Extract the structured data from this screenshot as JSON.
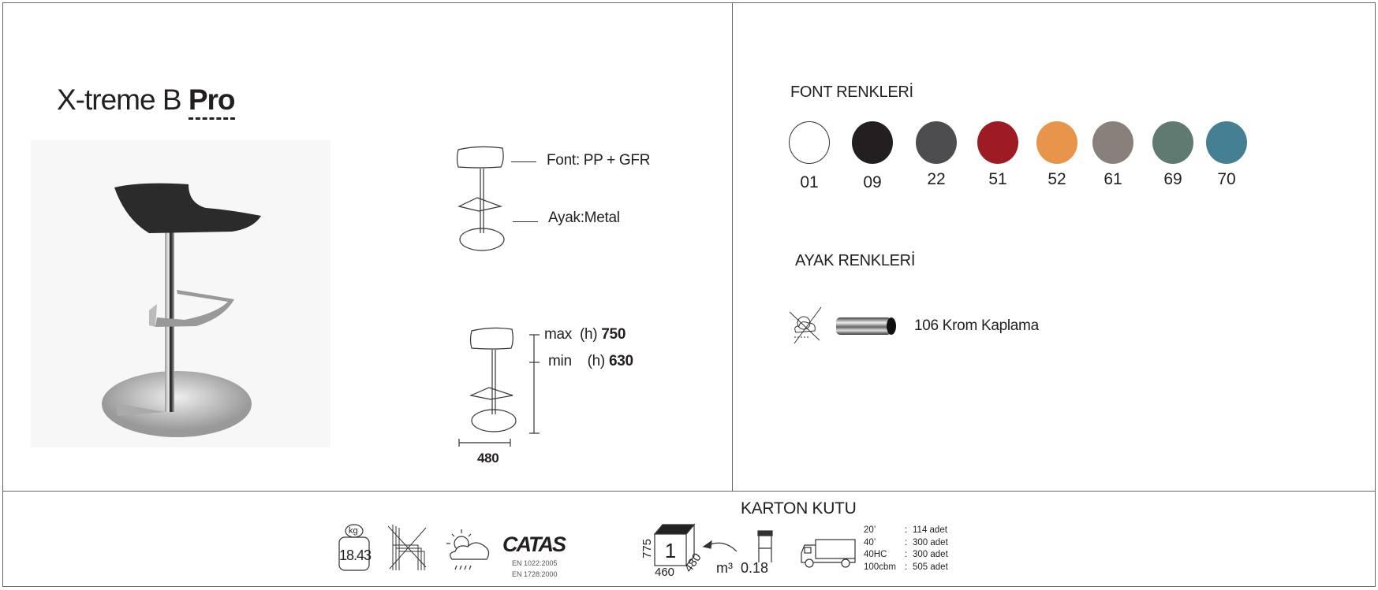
{
  "product": {
    "name_regular": "X-treme B",
    "name_bold": "Pro"
  },
  "specs": {
    "font_material": "Font: PP + GFR",
    "leg_material": "Ayak:Metal"
  },
  "dimensions": {
    "max_label": "max",
    "max_h": "(h)",
    "max_value": "750",
    "min_label": "min",
    "min_h": "(h)",
    "min_value": "630",
    "width": "480"
  },
  "font_colors": {
    "heading": "FONT RENKLERİ",
    "swatches": [
      {
        "code": "01",
        "color": "#ffffff"
      },
      {
        "code": "09",
        "color": "#231f20"
      },
      {
        "code": "22",
        "color": "#4d4d4f"
      },
      {
        "code": "51",
        "color": "#9e1b23"
      },
      {
        "code": "52",
        "color": "#e6954a"
      },
      {
        "code": "61",
        "color": "#8a807b"
      },
      {
        "code": "69",
        "color": "#5f7a70"
      },
      {
        "code": "70",
        "color": "#447f94"
      }
    ]
  },
  "leg_colors": {
    "heading": "AYAK RENKLERİ",
    "item": "106 Krom Kaplama"
  },
  "packaging": {
    "heading": "KARTON KUTU",
    "weight_unit": "kg",
    "weight": "18.43",
    "certification": "CATAS",
    "standards": [
      "EN 1022:2005",
      "EN 1728:2000"
    ],
    "box_qty": "1",
    "box_height": "775",
    "box_width": "460",
    "box_depth": "480",
    "volume_unit": "m³",
    "volume": "0.18",
    "container_loads": [
      {
        "container": "20’",
        "qty": "114 adet"
      },
      {
        "container": "40’",
        "qty": "300 adet"
      },
      {
        "container": "40HC",
        "qty": "300 adet"
      },
      {
        "container": "100cbm",
        "qty": "505 adet"
      }
    ]
  }
}
